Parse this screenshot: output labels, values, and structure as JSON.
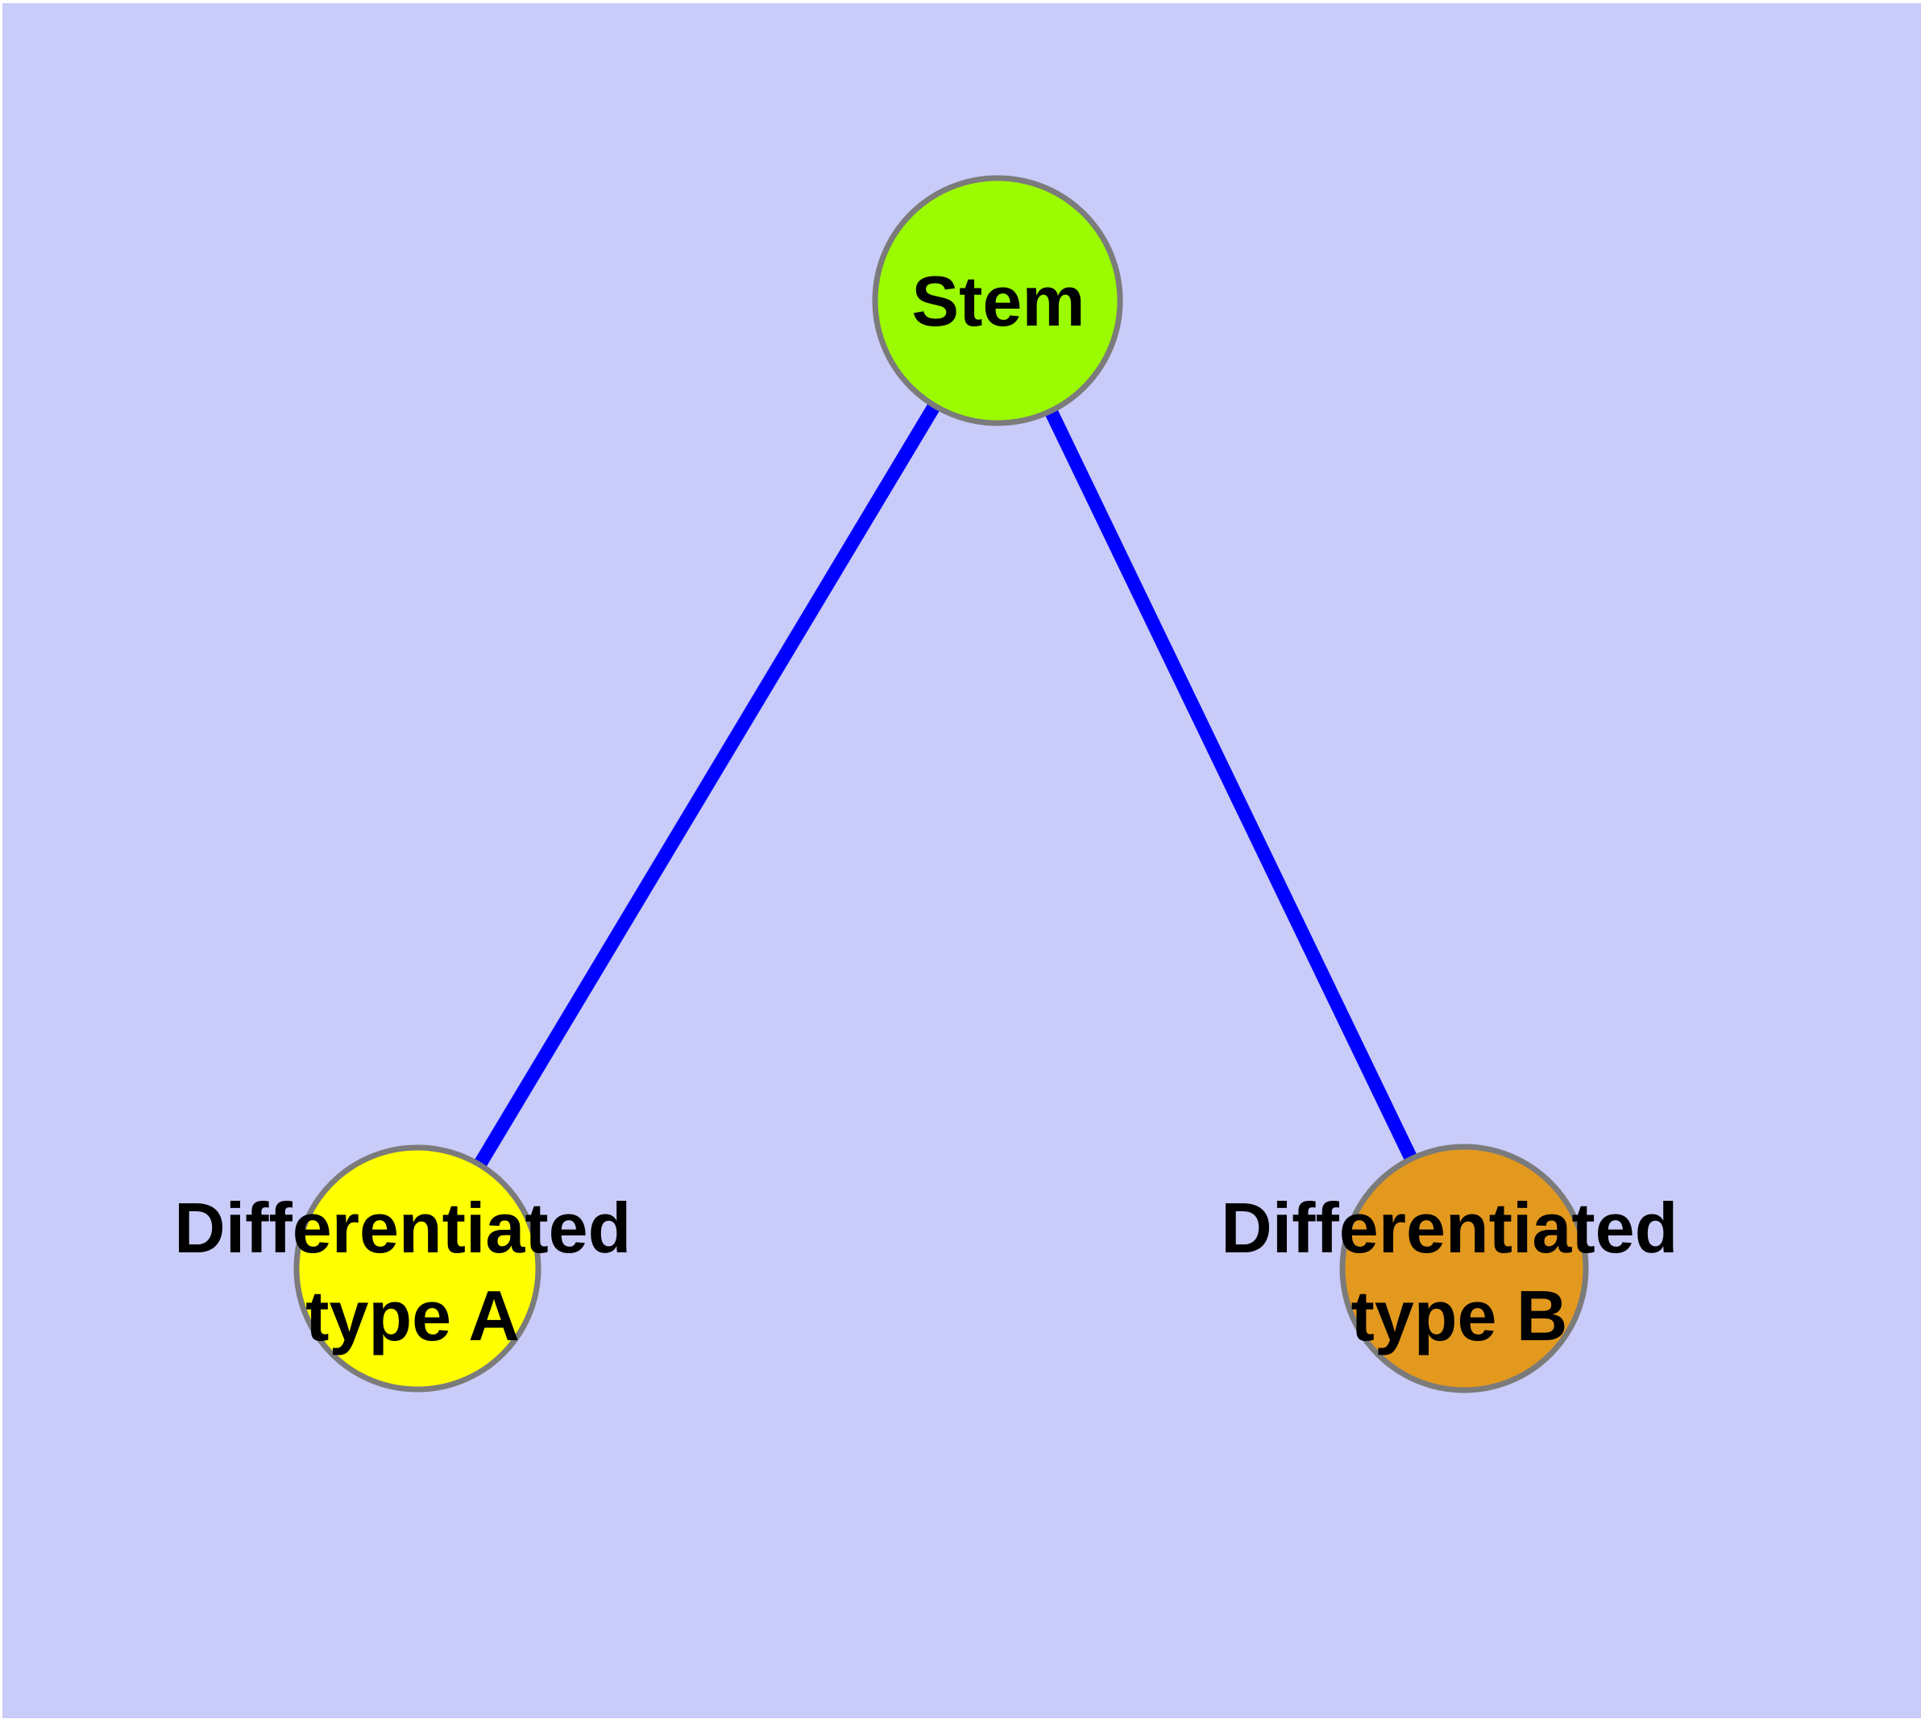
{
  "diagram": {
    "description": "Cell differentiation graph: a stem node connected to two differentiated cell type nodes",
    "background_color": "#C9CBF8",
    "margin_color": "#FFFFFF",
    "edge_color": "#0000FF",
    "node_border_color": "#7B7B7B",
    "label_color": "#000000",
    "nodes": [
      {
        "id": "stem",
        "label": "Stem",
        "fill": "#9BFB00"
      },
      {
        "id": "differentiated-type-a",
        "label": "Differentiated type A",
        "label_lines": [
          "Differentiated",
          "type A"
        ],
        "fill": "#FFFF00"
      },
      {
        "id": "differentiated-type-b",
        "label": "Differentiated type B",
        "label_lines": [
          "Differentiated",
          "type B"
        ],
        "fill": "#E3991E"
      }
    ],
    "edges": [
      {
        "from": "stem",
        "to": "differentiated-type-a"
      },
      {
        "from": "stem",
        "to": "differentiated-type-b"
      }
    ]
  }
}
